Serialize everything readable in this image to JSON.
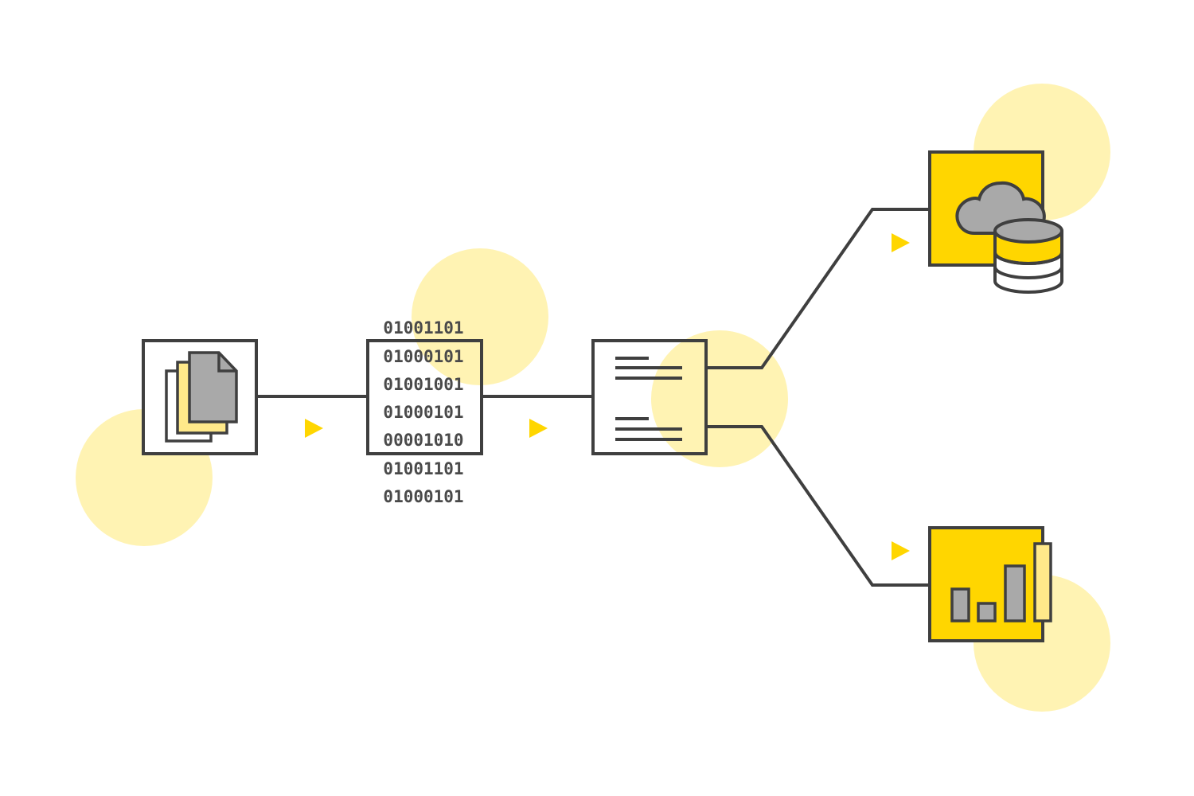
{
  "colors": {
    "background": "#ffffff",
    "stroke": "#3f3f3f",
    "accent_yellow": "#ffd600",
    "light_yellow": "#fff3b3",
    "pale_yellow": "#ffe98a",
    "gray_fill": "#a9a9a9"
  },
  "nodes": {
    "source": {
      "icon": "document-stack-icon"
    },
    "encoder": {
      "icon": "binary-data-icon",
      "binary_lines": [
        "01001101",
        "01000101",
        "01001001",
        "01000101",
        "00001010",
        "01001101",
        "01000101"
      ]
    },
    "parser": {
      "icon": "text-document-icon"
    },
    "storage": {
      "icon": "cloud-database-icon"
    },
    "analytics": {
      "icon": "bar-chart-icon"
    }
  },
  "flow_arrows": [
    "arrow-right-icon",
    "arrow-right-icon",
    "arrow-right-icon",
    "arrow-right-icon"
  ]
}
